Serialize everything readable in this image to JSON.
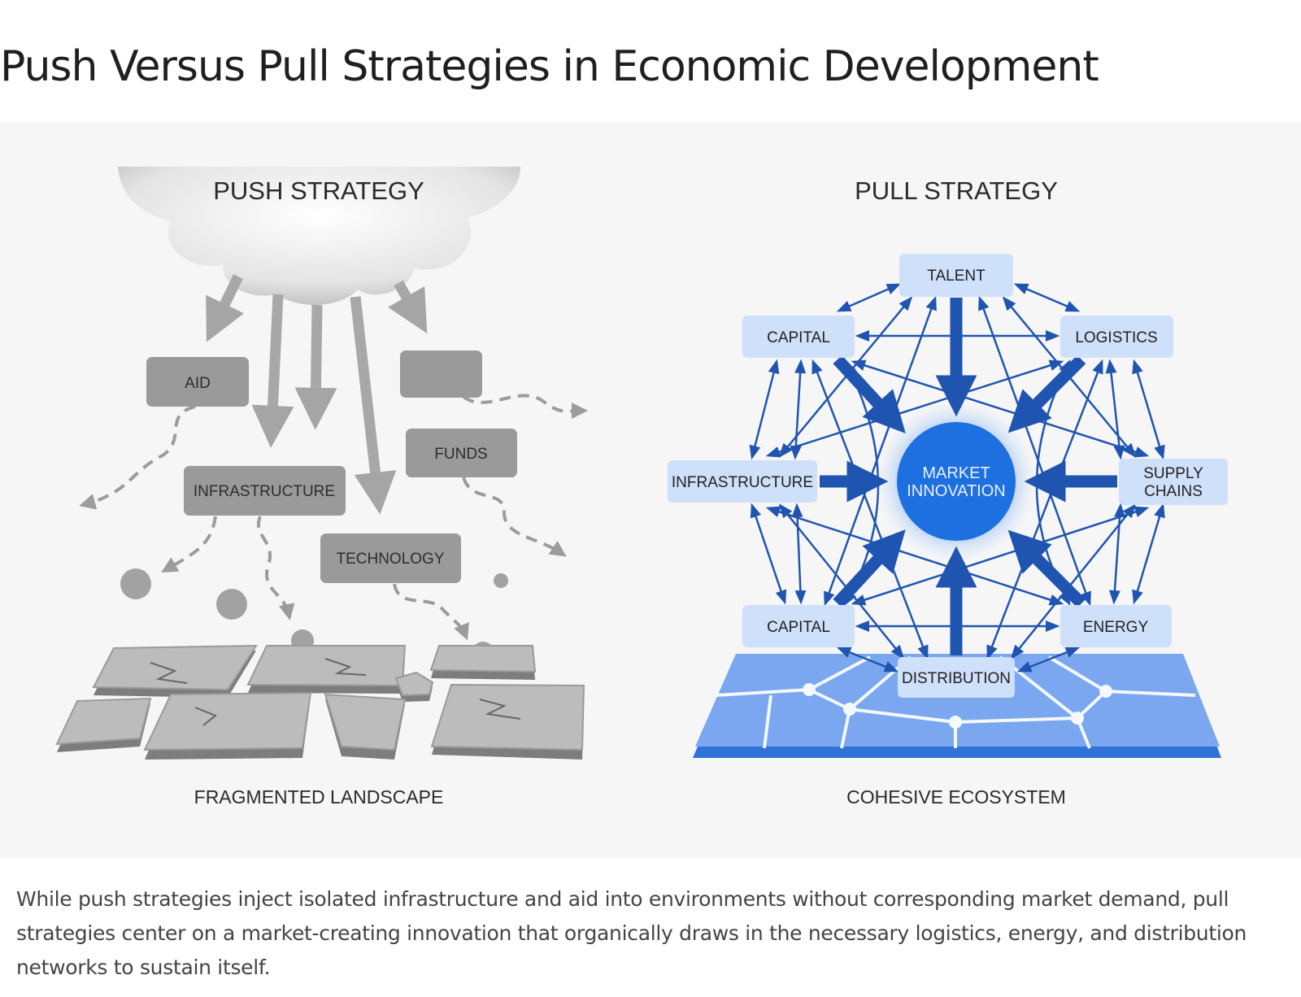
{
  "title": "Push Versus Pull Strategies in Economic Development",
  "push": {
    "heading": "PUSH STRATEGY",
    "boxes": {
      "aid": "AID",
      "infrastructure": "INFRASTRUCTURE",
      "funds": "FUNDS",
      "technology": "TECHNOLOGY",
      "blank": ""
    },
    "footer": "FRAGMENTED LANDSCAPE"
  },
  "pull": {
    "heading": "PULL STRATEGY",
    "center": {
      "line1": "MARKET",
      "line2": "INNOVATION"
    },
    "nodes": {
      "talent": "TALENT",
      "capital_top": "CAPITAL",
      "logistics": "LOGISTICS",
      "infrastructure": "INFRASTRUCTURE",
      "supply_line1": "SUPPLY",
      "supply_line2": "CHAINS",
      "capital_bottom": "CAPITAL",
      "energy": "ENERGY",
      "distribution": "DISTRIBUTION"
    },
    "footer": "COHESIVE ECOSYSTEM"
  },
  "caption": "While push strategies inject isolated infrastructure and aid into environments without corresponding market demand, pull strategies center on a market-creating innovation that organically draws in the necessary logistics, energy, and distribution networks to sustain itself.",
  "colors": {
    "push_box": "#9a9a9a",
    "push_arrow": "#a8a8a8",
    "pull_node": "#cfe0fb",
    "pull_link": "#1f55b0",
    "pull_center": "#1e6fe0",
    "pull_ground": "#7aa7ef"
  }
}
